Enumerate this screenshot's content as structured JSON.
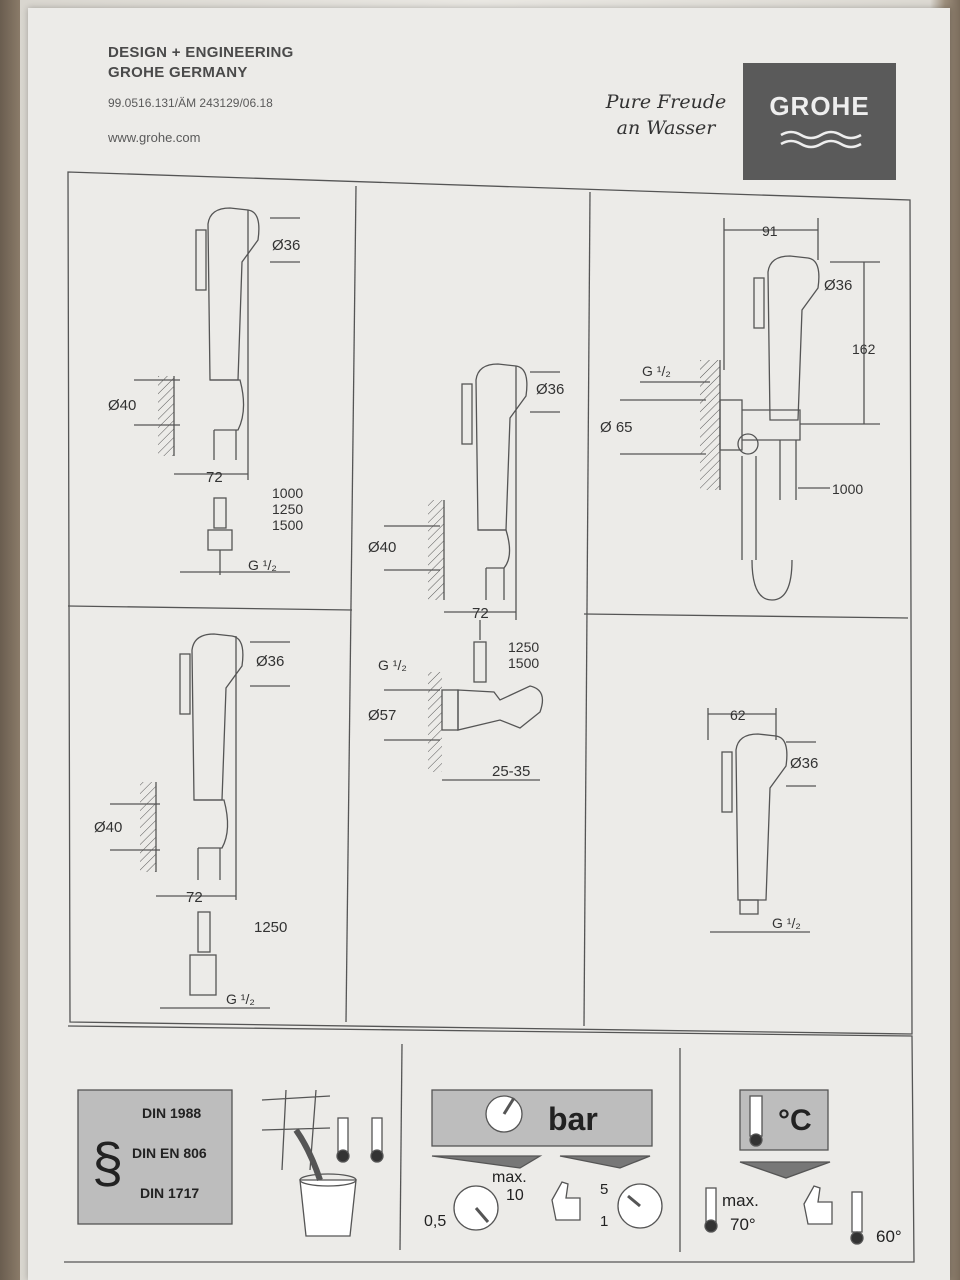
{
  "header": {
    "line1": "DESIGN + ENGINEERING",
    "line2": "GROHE GERMANY",
    "code": "99.0516.131/ÄM 243129/06.18",
    "website": "www.grohe.com",
    "tagline_1": "Pure Freude",
    "tagline_2": "an Wasser",
    "brand": "GROHE"
  },
  "panels": {
    "top_left": {
      "diameter_head": "Ø36",
      "diameter_holder": "Ø40",
      "width": "72",
      "hose_1": "1000",
      "hose_2": "1250",
      "hose_3": "1500",
      "thread": "G ¹/₂"
    },
    "bottom_left": {
      "diameter_head": "Ø36",
      "diameter_holder": "Ø40",
      "width": "72",
      "hose_1": "1250",
      "thread": "G ¹/₂"
    },
    "middle": {
      "diameter_head": "Ø36",
      "diameter_holder": "Ø40",
      "width": "72",
      "hose_1": "1250",
      "hose_2": "1500",
      "thread": "G ¹/₂",
      "valve_diameter": "Ø57",
      "depth": "25-35"
    },
    "top_right": {
      "width": "91",
      "diameter_head": "Ø36",
      "height": "162",
      "thread": "G ¹/₂",
      "flange": "Ø 65",
      "hose": "1000"
    },
    "bottom_right": {
      "width": "62",
      "diameter_head": "Ø36",
      "thread": "G ¹/₂"
    }
  },
  "footer": {
    "standards": [
      "DIN 1988",
      "DIN EN 806",
      "DIN 1717"
    ],
    "pressure_unit": "bar",
    "pressure_max_label": "max.",
    "pressure_max": "10",
    "pressure_min": "0,5",
    "pressure_recommended_high": "5",
    "pressure_recommended_low": "1",
    "temp_unit": "°C",
    "temp_max_label": "max.",
    "temp_max": "70°",
    "temp_recommended": "60°"
  }
}
